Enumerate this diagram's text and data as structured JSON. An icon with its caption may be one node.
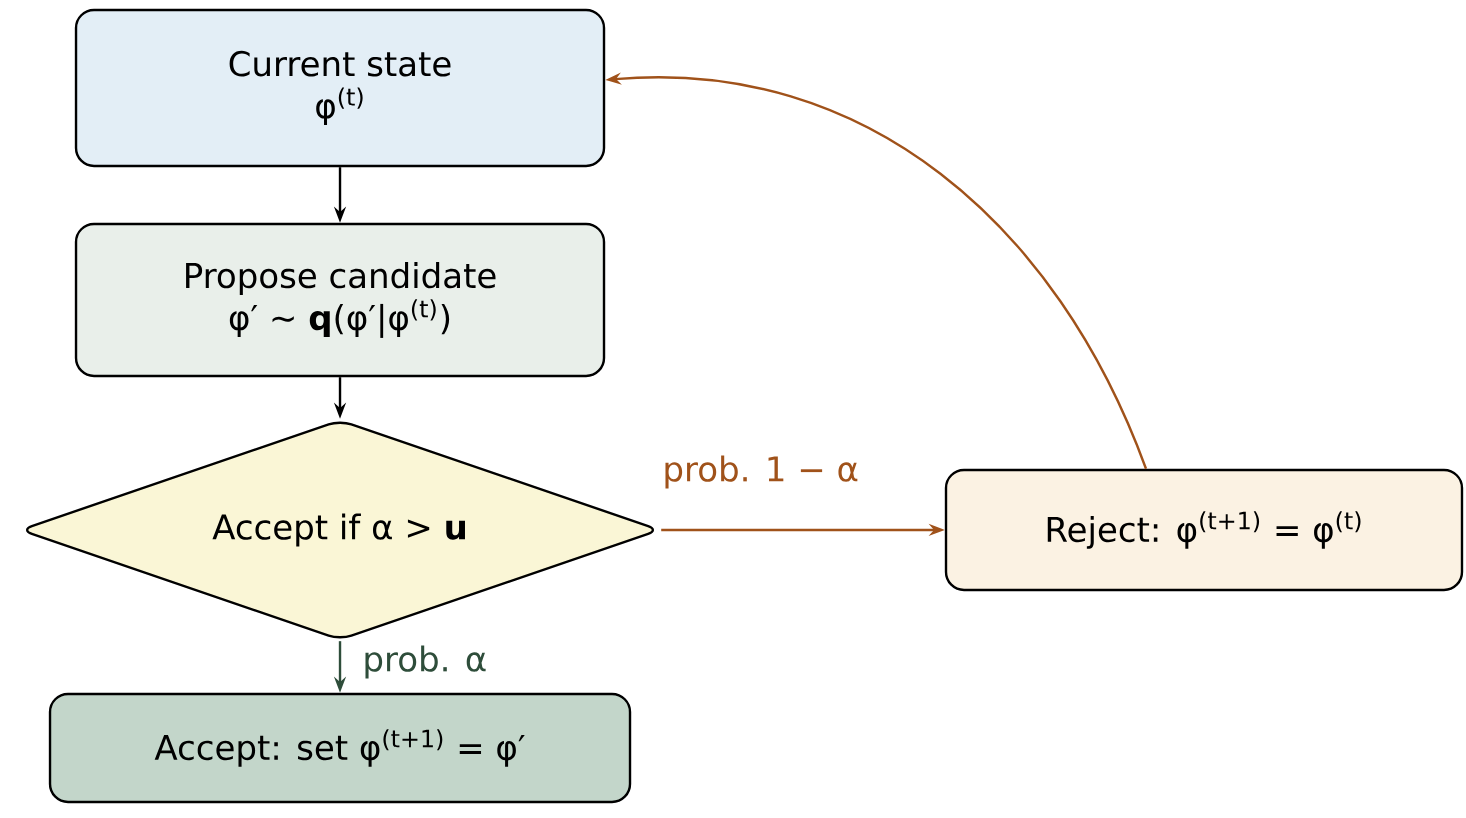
{
  "diagram": {
    "nodes": [
      {
        "text": [
          "Current state",
          "φ$^{(t)}$"
        ]
      },
      {
        "text": [
          "Propose candidate",
          "φ′ ∼ **q**(φ′|φ$^{(t)}$)"
        ]
      },
      {
        "text": [
          "Accept if α > **u**"
        ]
      },
      {
        "text": [
          "Reject: φ$^{(t+1)}$ = φ$^{(t)}$"
        ]
      },
      {
        "text": [
          "Accept: set φ$^{(t+1)}$ = φ′"
        ]
      }
    ],
    "edges": [
      {
        "from": 0,
        "to": 1,
        "arrow": "to"
      },
      {
        "from": 1,
        "to": 2,
        "arrow": "to"
      },
      {
        "from": 2,
        "to": 3,
        "arrow": "to",
        "label": "prob. 1 − α",
        "color": "#a0521a"
      },
      {
        "from": 2,
        "to": 4,
        "arrow": "to",
        "label": "prob. α",
        "color": "#2e4d3a"
      },
      {
        "from": 3,
        "to": 0,
        "arrow": "to",
        "color": "#a0521a"
      }
    ]
  }
}
